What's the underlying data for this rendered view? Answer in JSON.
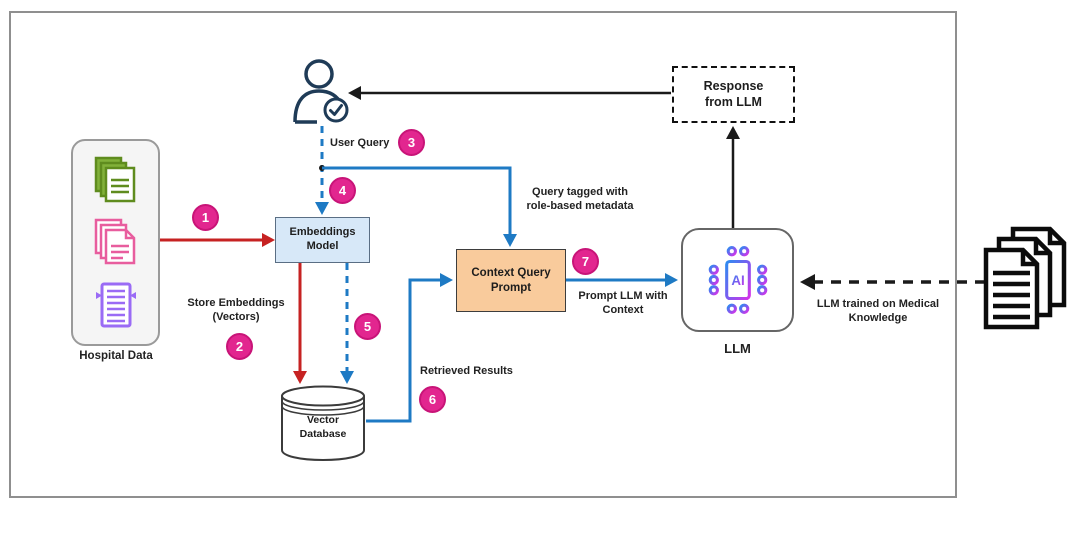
{
  "nodes": {
    "hospital_data": {
      "label": "Hospital Data"
    },
    "embeddings_model": {
      "label": "Embeddings\nModel"
    },
    "vector_database": {
      "label": "Vector\nDatabase"
    },
    "context_query_prompt": {
      "label": "Context Query\nPrompt"
    },
    "llm": {
      "label": "LLM",
      "chip_text": "AI"
    },
    "response_from_llm": {
      "label": "Response\nfrom LLM"
    }
  },
  "edge_labels": {
    "user_query": "User Query",
    "store_embeddings": "Store Embeddings\n(Vectors)",
    "query_tagged": "Query tagged with\nrole-based metadata",
    "retrieved_results": "Retrieved Results",
    "prompt_llm": "Prompt LLM with\nContext",
    "llm_trained": "LLM trained on Medical\nKnowledge"
  },
  "steps": [
    "1",
    "2",
    "3",
    "4",
    "5",
    "6",
    "7"
  ],
  "colors": {
    "step_badge": "#e2268f",
    "red_arrow": "#c62222",
    "blue_arrow": "#1e7ac4",
    "black_arrow": "#1a1a1a",
    "embeddings_fill": "#d7e8f8",
    "context_fill": "#f9cb9c",
    "hospital_fill": "#f5f5f5",
    "green_doc": "#7aa62c",
    "pink_doc": "#e85d9e",
    "purple_doc": "#9a6bf5",
    "user_icon": "#1f3b57",
    "chip_gradient_start": "#2e8bf0",
    "chip_gradient_end": "#d633e8"
  }
}
